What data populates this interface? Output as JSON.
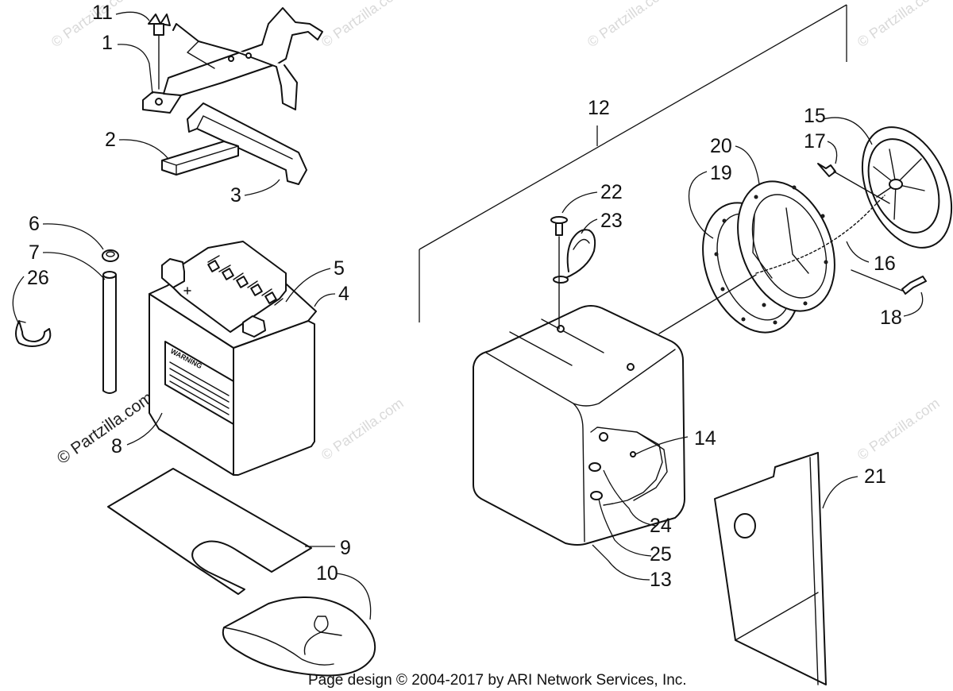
{
  "callouts": {
    "c1": "1",
    "c2": "2",
    "c3": "3",
    "c4": "4",
    "c5": "5",
    "c6": "6",
    "c7": "7",
    "c8": "8",
    "c9": "9",
    "c10": "10",
    "c11": "11",
    "c12": "12",
    "c13": "13",
    "c14": "14",
    "c15": "15",
    "c16": "16",
    "c17": "17",
    "c18": "18",
    "c19": "19",
    "c20": "20",
    "c21": "21",
    "c22": "22",
    "c23": "23",
    "c24": "24",
    "c25": "25",
    "c26": "26"
  },
  "watermark": "© Partzilla.com",
  "battery_label": "WARNING",
  "footer": "Page design © 2004-2017 by ARI Network Services, Inc."
}
